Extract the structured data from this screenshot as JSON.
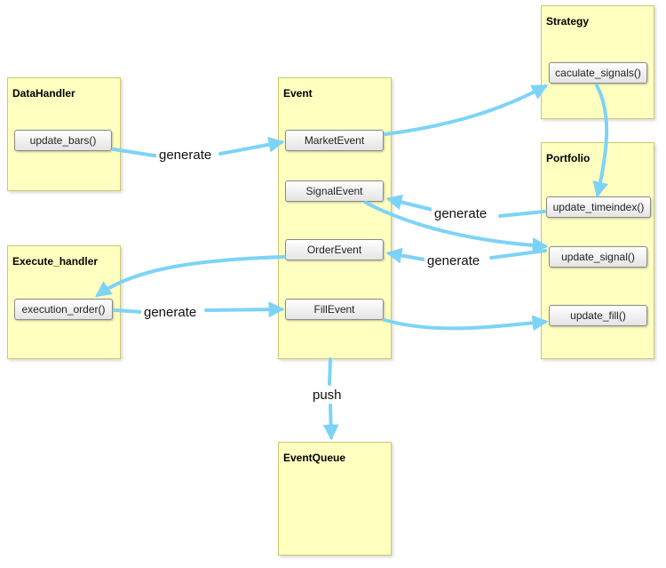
{
  "panels": {
    "datahandler": {
      "title": "DataHandler"
    },
    "event": {
      "title": "Event"
    },
    "strategy": {
      "title": "Strategy"
    },
    "portfolio": {
      "title": "Portfolio"
    },
    "execute_handler": {
      "title": "Execute_handler"
    },
    "eventqueue": {
      "title": "EventQueue"
    }
  },
  "methods": {
    "update_bars": "update_bars()",
    "market_event": "MarketEvent",
    "signal_event": "SignalEvent",
    "order_event": "OrderEvent",
    "fill_event": "FillEvent",
    "caculate_signals": "caculate_signals()",
    "update_timeindex": "update_timeindex()",
    "update_signal": "update_signal()",
    "update_fill": "update_fill()",
    "execution_order": "execution_order()"
  },
  "edge_labels": {
    "generate_market": "generate",
    "generate_signal": "generate",
    "generate_order": "generate",
    "generate_fill": "generate",
    "push": "push"
  },
  "colors": {
    "panel_fill": "#ffffc0",
    "arrow": "#7dd3f7"
  }
}
